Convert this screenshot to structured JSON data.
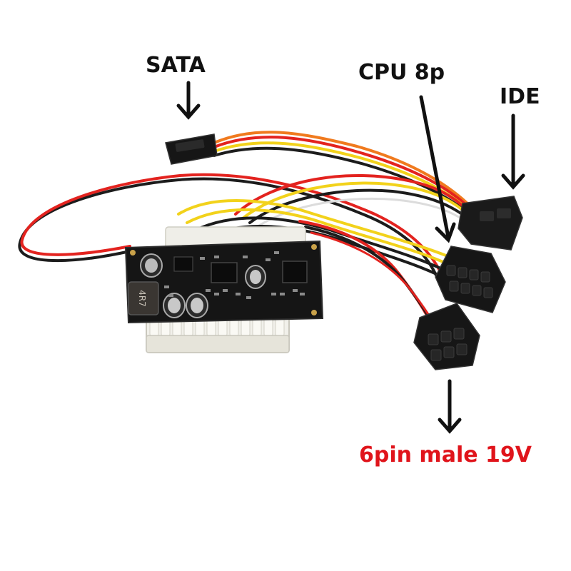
{
  "labels": {
    "sata": "SATA",
    "cpu": "CPU 8p",
    "ide": "IDE",
    "pin6": "6pin male 19V"
  },
  "board": {
    "inductor_marking": "4R7"
  },
  "colors": {
    "background": "#ffffff",
    "label_text": "#111111",
    "label_highlight": "#e0141b",
    "pcb": "#151515",
    "wire_red": "#e3231f",
    "wire_yellow": "#f2d21b",
    "wire_orange": "#f07a1e",
    "wire_black": "#1c1c1c",
    "connector_black": "#161616",
    "header_white": "#f1f0ea"
  },
  "icons": [
    "arrow-down-icon"
  ]
}
